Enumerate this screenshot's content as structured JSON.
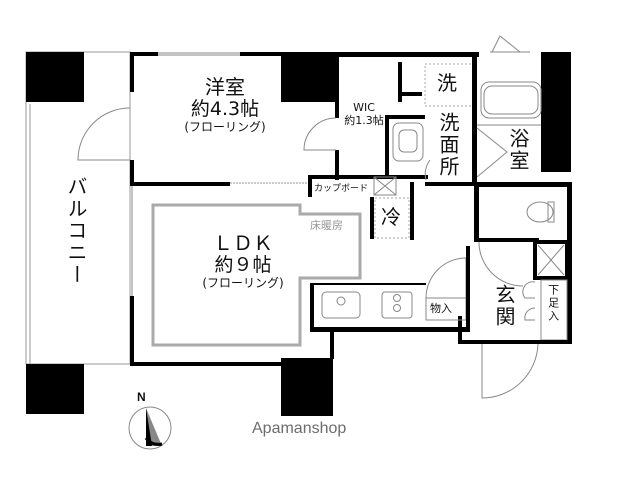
{
  "floor_plan": {
    "rooms": {
      "western_room": {
        "name": "洋室",
        "size": "約4.3帖",
        "floor": "(フローリング)"
      },
      "wic": {
        "name": "WIC",
        "size": "約1.3帖"
      },
      "ldk": {
        "name": "ＬＤＫ",
        "size": "約９帖",
        "floor": "(フローリング)"
      },
      "balcony": {
        "name": "バルコニー"
      },
      "washroom": {
        "name": "洗面所"
      },
      "washer": {
        "name": "洗"
      },
      "bathroom": {
        "name": "浴室"
      },
      "entrance": {
        "name": "玄関"
      },
      "shoe_box": {
        "name": "下足入"
      },
      "storage": {
        "name": "物入"
      },
      "fridge": {
        "name": "冷"
      },
      "cupboard": {
        "name": "カップボード"
      },
      "floor_heating": {
        "name": "床暖房"
      }
    },
    "compass": {
      "label": "N"
    },
    "brand": {
      "text": "Apamanshop"
    },
    "colors": {
      "wall": "#000000",
      "thin_line": "#888888",
      "floor_heating_outline": "#aaaaaa",
      "brand_text": "#6d6d6d"
    }
  }
}
